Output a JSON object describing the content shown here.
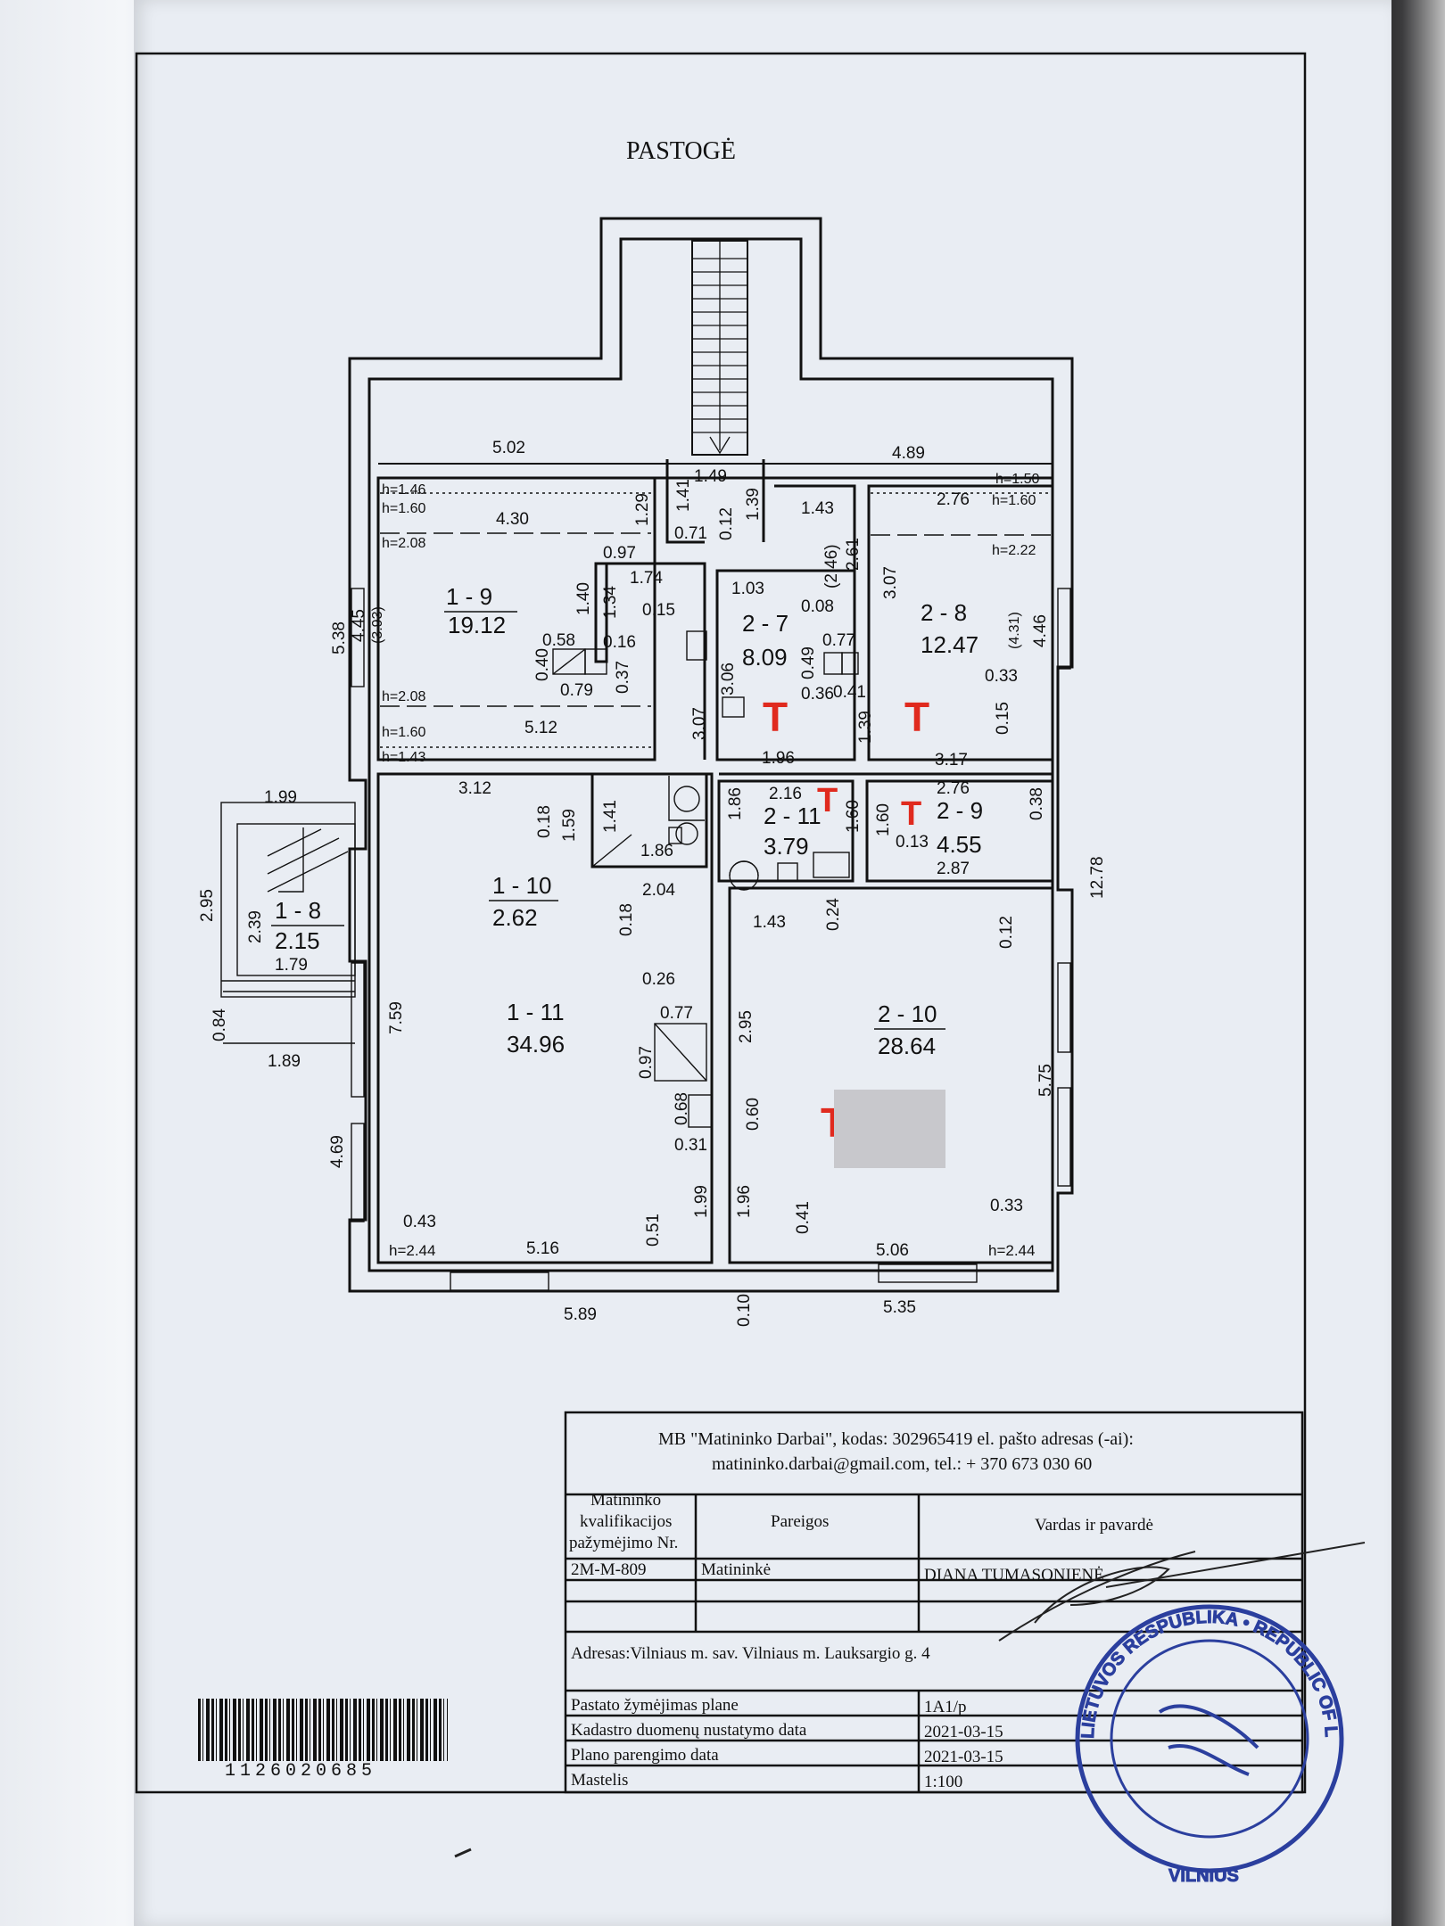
{
  "title": "PASTOGĖ",
  "rooms": [
    {
      "id": "1 - 9",
      "area": "19.12"
    },
    {
      "id": "2 - 7",
      "area": "8.09"
    },
    {
      "id": "2 - 8",
      "area": "12.47"
    },
    {
      "id": "1 - 10",
      "area": "2.62"
    },
    {
      "id": "2 - 11",
      "area": "3.79"
    },
    {
      "id": "2 - 9",
      "area": "4.55"
    },
    {
      "id": "1 - 8",
      "area": "2.15"
    },
    {
      "id": "1 - 11",
      "area": "34.96"
    },
    {
      "id": "2 - 10",
      "area": "28.64"
    }
  ],
  "dims": {
    "d502": "5.02",
    "d489": "4.89",
    "d149": "1.49",
    "h146": "h=1.46",
    "h160a": "h=1.60",
    "h208a": "h=2.08",
    "d430": "4.30",
    "d129": "1.29",
    "d141": "1.41",
    "d071": "0.71",
    "d012a": "0.12",
    "d139a": "1.39",
    "d143a": "1.43",
    "h150": "h=1.50",
    "d276a": "2.76",
    "h160b": "h=1.60",
    "h222": "h=2.22",
    "d097": "0.97",
    "d174": "1.74",
    "d261": "2.61",
    "d246": "(2.46)",
    "d307a": "3.07",
    "d103": "1.03",
    "d008": "0.08",
    "d015a": "0.15",
    "d445": "4.45",
    "d393": "(3.93)",
    "d140": "1.40",
    "d134": "1.34",
    "d058": "0.58",
    "d016": "0.16",
    "d040": "0.40",
    "d037": "0.37",
    "d079": "0.79",
    "d306": "3.06",
    "d049": "0.49",
    "d077a": "0.77",
    "d036": "0.36",
    "d041a": "0.41",
    "d431": "(4.31)",
    "d446": "4.46",
    "d033a": "0.33",
    "d538": "5.38",
    "h208b": "h=2.08",
    "h160c": "h=1.60",
    "h143": "h=1.43",
    "d512": "5.12",
    "d307b": "3.07",
    "d196a": "1.96",
    "d139b": "1.39",
    "d015b": "0.15",
    "d317": "3.17",
    "d199": "1.99",
    "d312": "3.12",
    "d018a": "0.18",
    "d159": "1.59",
    "d141b": "1.41",
    "d186a": "1.86",
    "d216": "2.16",
    "d186b": "1.86",
    "d160a": "1.60",
    "d160b": "1.60",
    "d013": "0.13",
    "d276b": "2.76",
    "d038": "0.38",
    "d287": "2.87",
    "d1278": "12.78",
    "d295a": "2.95",
    "d239": "2.39",
    "d179": "1.79",
    "d204": "2.04",
    "d018b": "0.18",
    "d143b": "1.43",
    "d024": "0.24",
    "d012b": "0.12",
    "d026": "0.26",
    "d295b": "2.95",
    "d759": "7.59",
    "d084": "0.84",
    "d189": "1.89",
    "d077b": "0.77",
    "d097b": "0.97",
    "d575": "5.75",
    "d068": "0.68",
    "d060": "0.60",
    "d031": "0.31",
    "d469": "4.69",
    "d199b": "1.99",
    "d196b": "1.96",
    "d041b": "0.41",
    "d033b": "0.33",
    "d043": "0.43",
    "d051": "0.51",
    "h244a": "h=2.44",
    "d516": "5.16",
    "d506": "5.06",
    "h244b": "h=2.44",
    "d589": "5.89",
    "d010": "0.10",
    "d535": "5.35"
  },
  "marks": {
    "t": "T"
  },
  "company": {
    "line1": "MB \"Matininko Darbai\", kodas: 302965419 el. pašto adresas (-ai):",
    "line2": "matininko.darbai@gmail.com, tel.: + 370 673 030 60"
  },
  "table": {
    "col1_l1": "Matininko",
    "col1_l2": "kvalifikacijos",
    "col1_l3": "pažymėjimo Nr.",
    "col2": "Pareigos",
    "col3": "Vardas ir pavardė",
    "cert": "2M-M-809",
    "role": "Matininkė",
    "name": "DIANA TUMASONIENĖ",
    "address": "Adresas:Vilniaus m. sav. Vilniaus m. Lauksargio g. 4",
    "r1_label": "Pastato žymėjimas plane",
    "r1_value": "1A1/p",
    "r2_label": "Kadastro duomenų nustatymo data",
    "r2_value": "2021-03-15",
    "r3_label": "Plano parengimo data",
    "r3_value": "2021-03-15",
    "r4_label": "Mastelis",
    "r4_value": "1:100"
  },
  "barcode_number": "1126020685",
  "stamp": {
    "outer": "LIETUVOS RESPUBLIKA • REPUBLIC OF LITHUANIA",
    "city": "VILNIUS"
  },
  "colors": {
    "ink": "#111111",
    "red": "#e02a1e",
    "stamp": "#2b3f9e",
    "paper": "#e9edf3"
  }
}
